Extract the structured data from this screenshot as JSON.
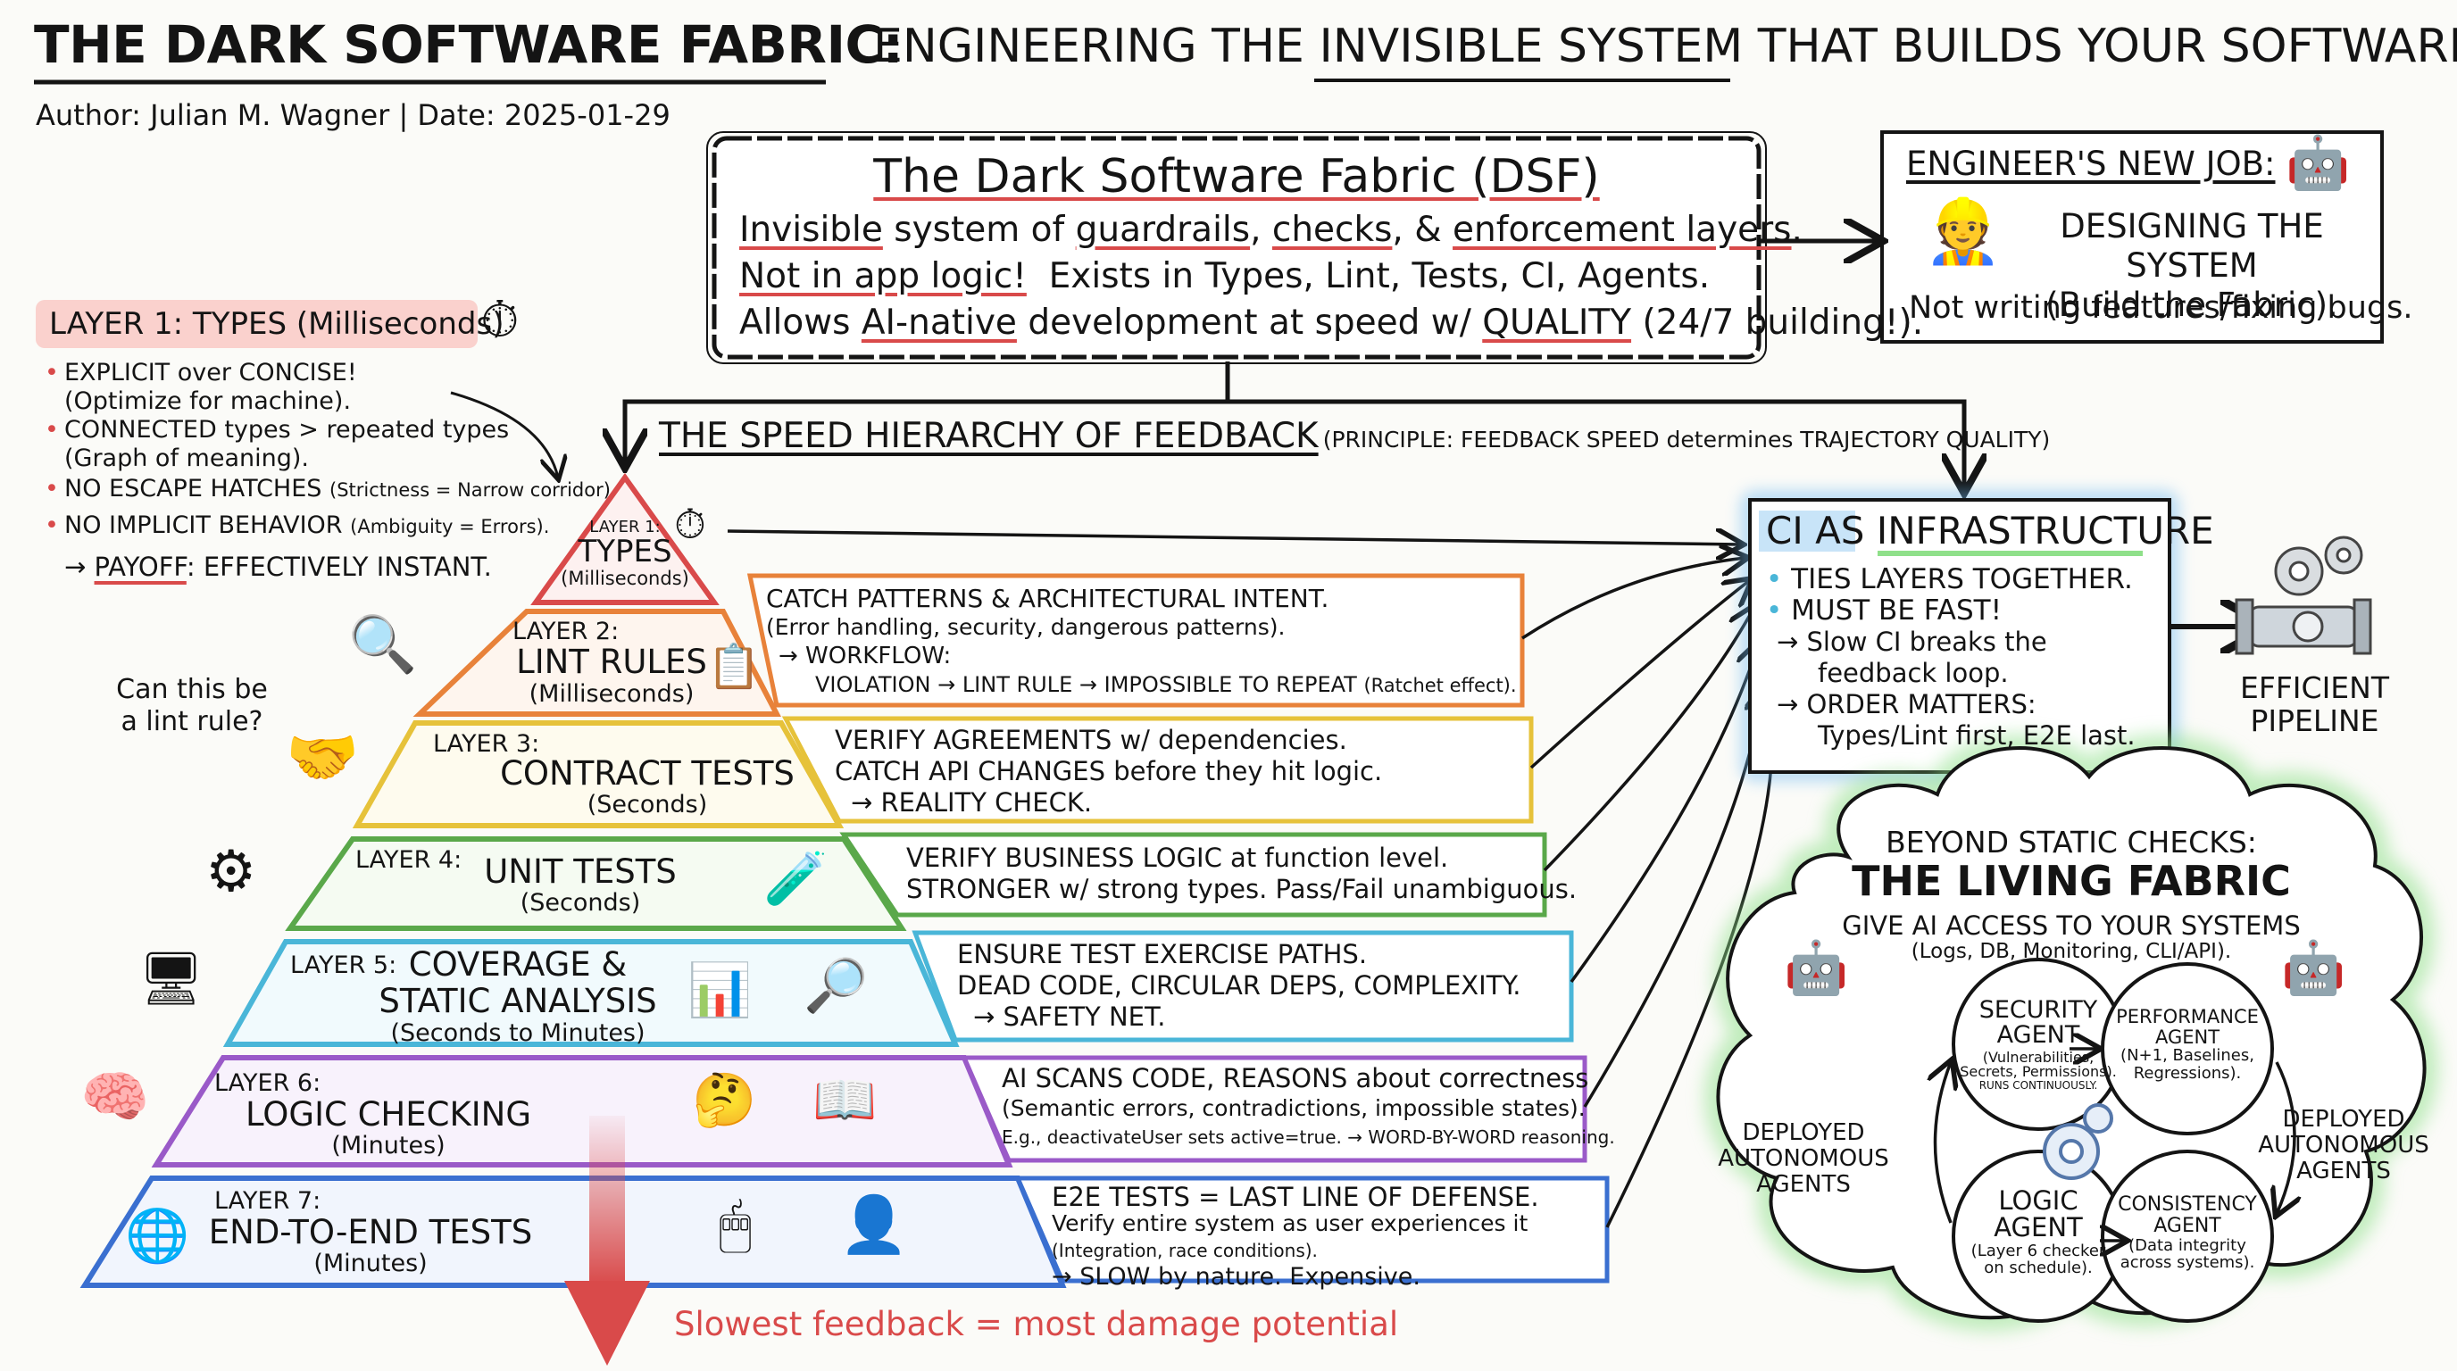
{
  "header": {
    "title_left": "THE DARK SOFTWARE FABRIC",
    "title_colon": ":",
    "title_right_a": "ENGINEERING THE",
    "title_right_b": "INVISIBLE SYSTEM",
    "title_right_c": "THAT BUILDS YOUR SOFTWARE",
    "byline": "Author: Julian M. Wagner | Date: 2025-01-29"
  },
  "dsf": {
    "title": "The Dark Software Fabric (DSF)",
    "l1a": "Invisible",
    "l1b": "system of",
    "l1c": "guardrails",
    "l1d": ",",
    "l1e": "checks",
    "l1f": ", &",
    "l1g": "enforcement layers",
    "l1h": ".",
    "l2a": "Not in app logic!",
    "l2b": "Exists in Types, Lint, Tests, CI, Agents.",
    "l3a": "Allows",
    "l3b": "AI-native",
    "l3c": "development at speed w/",
    "l3d": "QUALITY",
    "l3e": "(24/7 building!)."
  },
  "engineer": {
    "title": "ENGINEER'S NEW JOB:",
    "line1": "DESIGNING THE SYSTEM",
    "line2": "(Build the Fabric).",
    "line3": "Not writing features/fixing bugs."
  },
  "layer1_note": {
    "title": "LAYER 1: TYPES (Milliseconds)",
    "items": [
      {
        "main": "EXPLICIT over CONCISE!",
        "sub": "(Optimize for machine)."
      },
      {
        "main": "CONNECTED types > repeated types",
        "sub": "(Graph of meaning)."
      },
      {
        "main": "NO ESCAPE HATCHES",
        "small": "(Strictness = Narrow corridor)"
      },
      {
        "main": "NO IMPLICIT BEHAVIOR",
        "small": "(Ambiguity = Errors)."
      }
    ],
    "payoff_arrow": "→",
    "payoff_word": "PAYOFF",
    "payoff_rest": ": EFFECTIVELY INSTANT."
  },
  "hierarchy": {
    "title": "THE SPEED HIERARCHY OF FEEDBACK",
    "principle": "(PRINCIPLE: FEEDBACK SPEED determines TRAJECTORY QUALITY)"
  },
  "side_note": {
    "line1": "Can this be",
    "line2": "a lint rule?"
  },
  "layers": [
    {
      "label": "LAYER 1:",
      "name": "TYPES",
      "speed": "(Milliseconds)",
      "color": "#d94a4a"
    },
    {
      "label": "LAYER 2:",
      "name": "LINT RULES",
      "speed": "(Milliseconds)",
      "color": "#e8823a",
      "desc": [
        "CATCH PATTERNS & ARCHITECTURAL INTENT.",
        "(Error handling, security, dangerous patterns).",
        "→ WORKFLOW:",
        "VIOLATION → LINT RULE → IMPOSSIBLE TO REPEAT",
        "(Ratchet effect)."
      ]
    },
    {
      "label": "LAYER 3:",
      "name": "CONTRACT TESTS",
      "speed": "(Seconds)",
      "color": "#e6c23a",
      "desc": [
        "VERIFY AGREEMENTS w/ dependencies.",
        "CATCH API CHANGES before they hit logic.",
        "→ REALITY CHECK."
      ]
    },
    {
      "label": "LAYER 4:",
      "name": "UNIT TESTS",
      "speed": "(Seconds)",
      "color": "#5aa84a",
      "desc": [
        "VERIFY BUSINESS LOGIC at function level.",
        "STRONGER w/ strong types. Pass/Fail unambiguous."
      ]
    },
    {
      "label": "LAYER 5:",
      "name": "COVERAGE &",
      "name2": "STATIC ANALYSIS",
      "speed": "(Seconds to Minutes)",
      "color": "#4ab6d8",
      "desc": [
        "ENSURE TEST EXERCISE PATHS.",
        "DEAD CODE, CIRCULAR DEPS, COMPLEXITY.",
        "→ SAFETY NET."
      ]
    },
    {
      "label": "LAYER 6:",
      "name": "LOGIC CHECKING",
      "speed": "(Minutes)",
      "color": "#9a5ac8",
      "desc": [
        "AI SCANS CODE, REASONS about correctness",
        "(Semantic errors, contradictions, impossible states).",
        "E.g., deactivateUser sets active=true. → WORD-BY-WORD reasoning."
      ]
    },
    {
      "label": "LAYER 7:",
      "name": "END-TO-END TESTS",
      "speed": "(Minutes)",
      "color": "#3a6fd0",
      "desc": [
        "E2E TESTS = LAST LINE OF DEFENSE.",
        "Verify entire system as user experiences it",
        "(Integration, race conditions).",
        "→ SLOW by nature. Expensive."
      ]
    }
  ],
  "slowest": "Slowest feedback = most damage potential",
  "ci": {
    "title_a": "CI AS",
    "title_b": "INFRASTRUCTURE",
    "lines": [
      "TIES LAYERS TOGETHER.",
      "MUST BE FAST!",
      "→ Slow CI breaks the",
      "feedback loop.",
      "→ ORDER MATTERS:",
      "Types/Lint first, E2E last."
    ]
  },
  "pipeline": {
    "line1": "EFFICIENT",
    "line2": "PIPELINE"
  },
  "living": {
    "pre": "BEYOND STATIC CHECKS:",
    "title": "THE LIVING FABRIC",
    "give": "GIVE AI ACCESS TO YOUR SYSTEMS",
    "give_sub": "(Logs, DB, Monitoring, CLI/API).",
    "deployed_left": [
      "DEPLOYED",
      "AUTONOMOUS",
      "AGENTS"
    ],
    "deployed_right": [
      "DEPLOYED",
      "AUTONOMOUS",
      "AGENTS"
    ],
    "agents": [
      {
        "name": [
          "SECURITY",
          "AGENT"
        ],
        "detail": [
          "(Vulnerabilities,",
          "Secrets, Permissions)."
        ],
        "extra": "RUNS CONTINUOUSLY."
      },
      {
        "name": [
          "PERFORMANCE",
          "AGENT"
        ],
        "detail": [
          "(N+1, Baselines,",
          "Regressions)."
        ]
      },
      {
        "name": [
          "LOGIC",
          "AGENT"
        ],
        "detail": [
          "(Layer 6 checker",
          "on schedule)."
        ]
      },
      {
        "name": [
          "CONSISTENCY",
          "AGENT"
        ],
        "detail": [
          "(Data integrity",
          "across systems)."
        ]
      }
    ]
  },
  "colors": {
    "red": "#d94a4a",
    "green_glow": "#8fe08a",
    "blue_glow": "#6cb8f0",
    "ink": "#141414"
  }
}
